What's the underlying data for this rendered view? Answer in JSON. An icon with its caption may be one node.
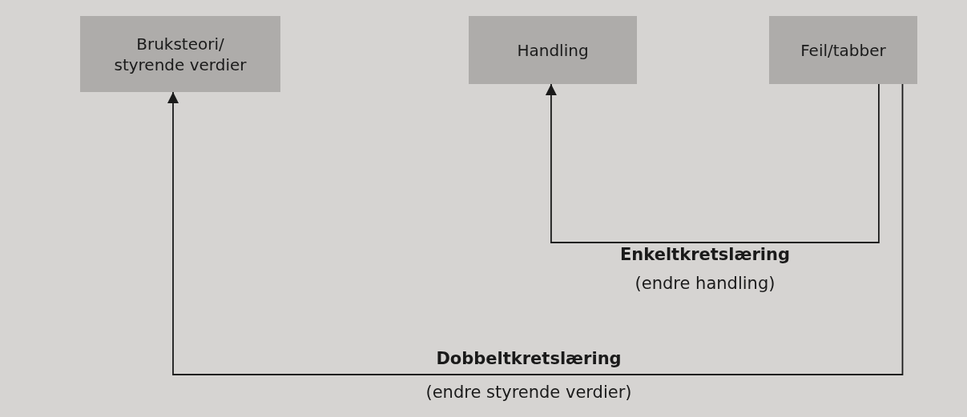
{
  "diagram": {
    "nodes": [
      {
        "text": [
          "Bruksteori/ styrende verdier"
        ]
      },
      {
        "text": [
          "Handling"
        ]
      },
      {
        "text": [
          "Feil/tabber"
        ]
      }
    ],
    "edges": [
      {
        "from": 2,
        "to": 1,
        "arrow": "to",
        "label": "Enkeltkretslæring"
      },
      {
        "from": 2,
        "to": 0,
        "arrow": "to",
        "label": "Dobbeltkretslæring"
      }
    ],
    "labels": [
      "(endre handling)",
      "(endre styrende verdier)"
    ]
  }
}
